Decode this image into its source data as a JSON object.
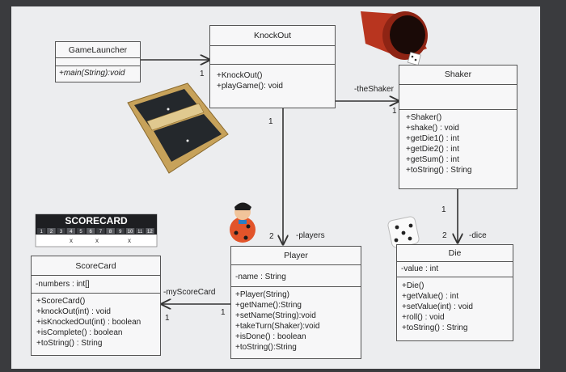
{
  "classes": {
    "gamelauncher": {
      "name": "GameLauncher",
      "attributes": [],
      "methods": [
        "+main(String):void"
      ]
    },
    "knockout": {
      "name": "KnockOut",
      "attributes": [],
      "methods": [
        "+KnockOut()",
        "+playGame(): void"
      ]
    },
    "shaker": {
      "name": "Shaker",
      "attributes": [],
      "methods": [
        "+Shaker()",
        "+shake() : void",
        "+getDie1() : int",
        "+getDie2() : int",
        "+getSum() : int",
        "+toString() : String"
      ]
    },
    "scorecard": {
      "name": "ScoreCard",
      "attributes": [
        "-numbers : int[]"
      ],
      "methods": [
        "+ScoreCard()",
        "+knockOut(int) : void",
        "+isKnockedOut(int) : boolean",
        "+isComplete() : boolean",
        "+toString() : String"
      ]
    },
    "player": {
      "name": "Player",
      "attributes": [
        "-name : String"
      ],
      "methods": [
        "+Player(String)",
        "+getName():String",
        "+setName(String):void",
        "+takeTurn(Shaker):void",
        "+isDone() : boolean",
        "+toString():String"
      ]
    },
    "die": {
      "name": "Die",
      "attributes": [
        "-value : int"
      ],
      "methods": [
        "+Die()",
        "+getValue() : int",
        "+setValue(int) : void",
        "+roll() : void",
        "+toString() : String"
      ]
    }
  },
  "relations": {
    "launcher_knockout": {
      "mult": "1"
    },
    "knockout_shaker": {
      "role": "-theShaker",
      "mult": "1"
    },
    "knockout_player": {
      "mult_top": "1",
      "mult_bottom": "2",
      "role": "-players"
    },
    "shaker_die": {
      "mult_top": "1",
      "mult_bottom": "2",
      "role": "-dice"
    },
    "player_scorecard": {
      "role": "-myScoreCard",
      "mult_left": "1",
      "mult_right": "1"
    }
  },
  "images": {
    "scorecard_label": "SCORECARD",
    "scorecard_numbers": [
      "1",
      "2",
      "3",
      "4",
      "5",
      "6",
      "7",
      "8",
      "9",
      "10",
      "11",
      "12"
    ],
    "scorecard_marks": [
      "x",
      "x",
      "x"
    ]
  },
  "colors": {
    "line": "#333333",
    "box_border": "#555555",
    "cup": "#b8351f",
    "board": "#c7a25a"
  }
}
